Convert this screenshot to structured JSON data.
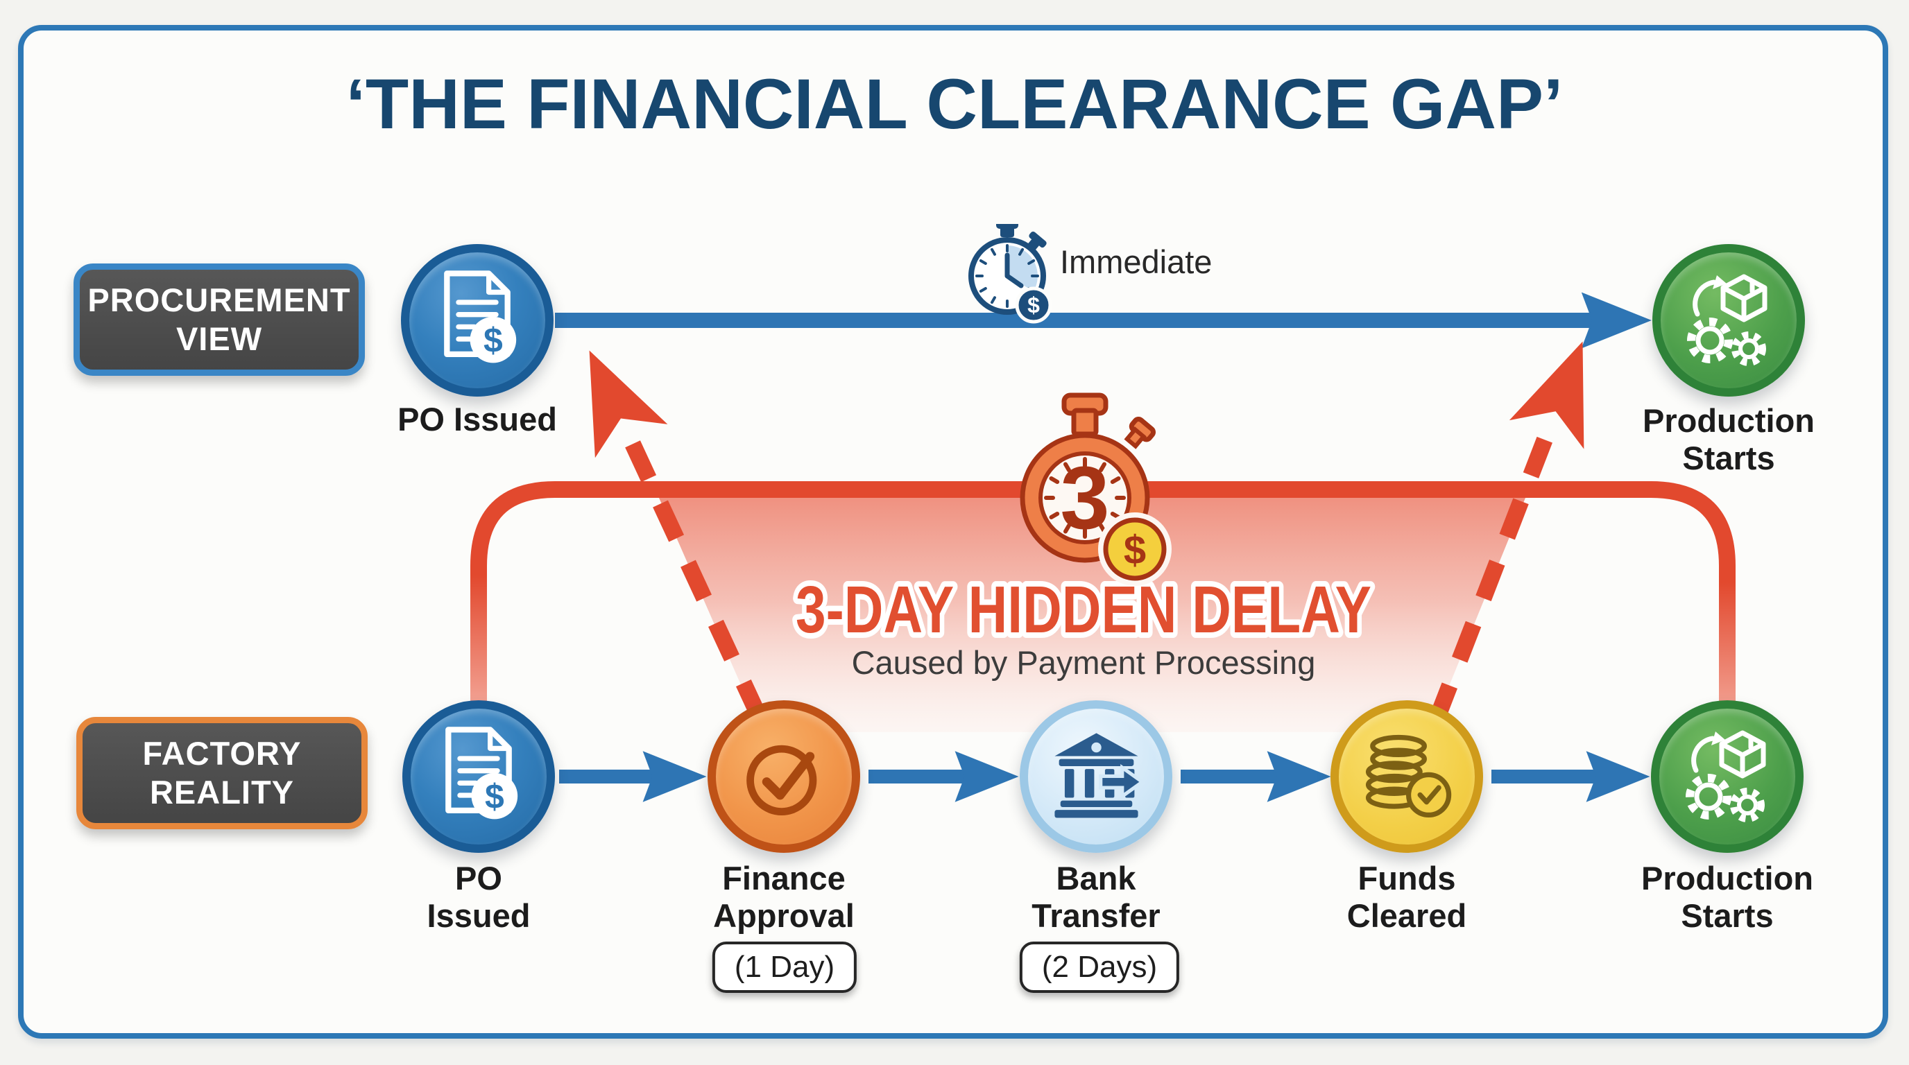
{
  "title": "‘THE FINANCIAL CLEARANCE GAP’",
  "glyphs": {
    "dollar": "$"
  },
  "colors": {
    "border_blue": "#2d78b6",
    "title_navy": "#17476f",
    "arrow_blue": "#2e75b4",
    "detour_red": "#e2492e",
    "detour_salmon": "#f5b0a5",
    "delay_red": "#e14f30",
    "tag_gray": "#4a4a4a",
    "procurement_tag_border": "#3a86c6",
    "factory_tag_border": "#e7873b",
    "node_blue": "#3480bd",
    "node_green": "#4d9f4b",
    "node_orange": "#f1954a",
    "node_lightblue": "#d4e9f8",
    "node_yellow": "#f3cf47"
  },
  "procurement": {
    "label_line1": "PROCUREMENT",
    "label_line2": "VIEW",
    "po_label": "PO Issued",
    "timeline_label": "Immediate",
    "end_line1": "Production",
    "end_line2": "Starts"
  },
  "factory": {
    "label_line1": "FACTORY",
    "label_line2": "REALITY",
    "steps": [
      {
        "line1": "PO",
        "line2": "Issued"
      },
      {
        "line1": "Finance",
        "line2": "Approval",
        "duration": "(1 Day)"
      },
      {
        "line1": "Bank",
        "line2": "Transfer",
        "duration": "(2 Days)"
      },
      {
        "line1": "Funds",
        "line2": "Cleared"
      },
      {
        "line1": "Production",
        "line2": "Starts"
      }
    ]
  },
  "delay": {
    "number": "3",
    "headline": "3-DAY HIDDEN DELAY",
    "subtext": "Caused by Payment Processing"
  }
}
